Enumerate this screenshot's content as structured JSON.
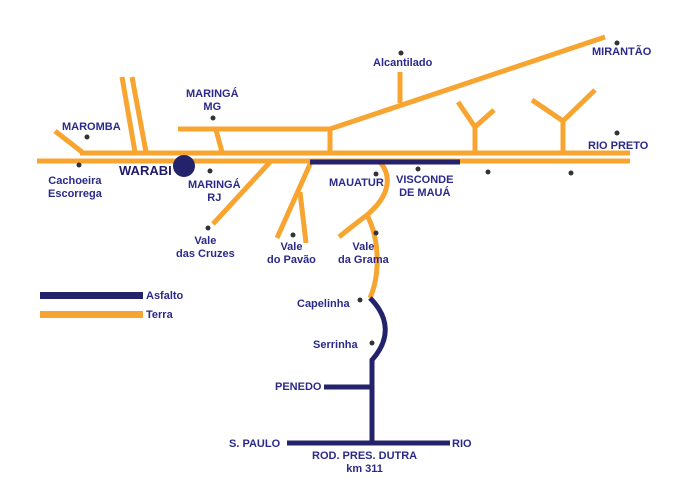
{
  "places": {
    "maromba": "MAROMBA",
    "cachoeira1": "Cachoeira",
    "cachoeira2": "Escorrega",
    "warabi": "WARABI",
    "maringa_mg1": "MARINGÁ",
    "maringa_mg2": "MG",
    "maringa_rj1": "MARINGÁ",
    "maringa_rj2": "RJ",
    "vale_cruzes1": "Vale",
    "vale_cruzes2": "das Cruzes",
    "vale_pavao1": "Vale",
    "vale_pavao2": "do Pavão",
    "vale_grama1": "Vale",
    "vale_grama2": "da Grama",
    "mauatur": "MAUATUR",
    "visconde1": "VISCONDE",
    "visconde2": "DE MAUÁ",
    "alcantilado": "Alcantilado",
    "mirantao": "MIRANTÃO",
    "rio_preto": "RIO PRETO",
    "capelinha": "Capelinha",
    "serrinha": "Serrinha",
    "penedo": "PENEDO",
    "sao_paulo": "S. PAULO",
    "rio": "RIO",
    "dutra1": "ROD. PRES. DUTRA",
    "dutra2": "km 311"
  },
  "legend": {
    "asphalt": "Asfalto",
    "dirt": "Terra"
  },
  "colors": {
    "asphalt": "#24226b",
    "dirt": "#f7a530",
    "label": "#2b2a8a"
  }
}
